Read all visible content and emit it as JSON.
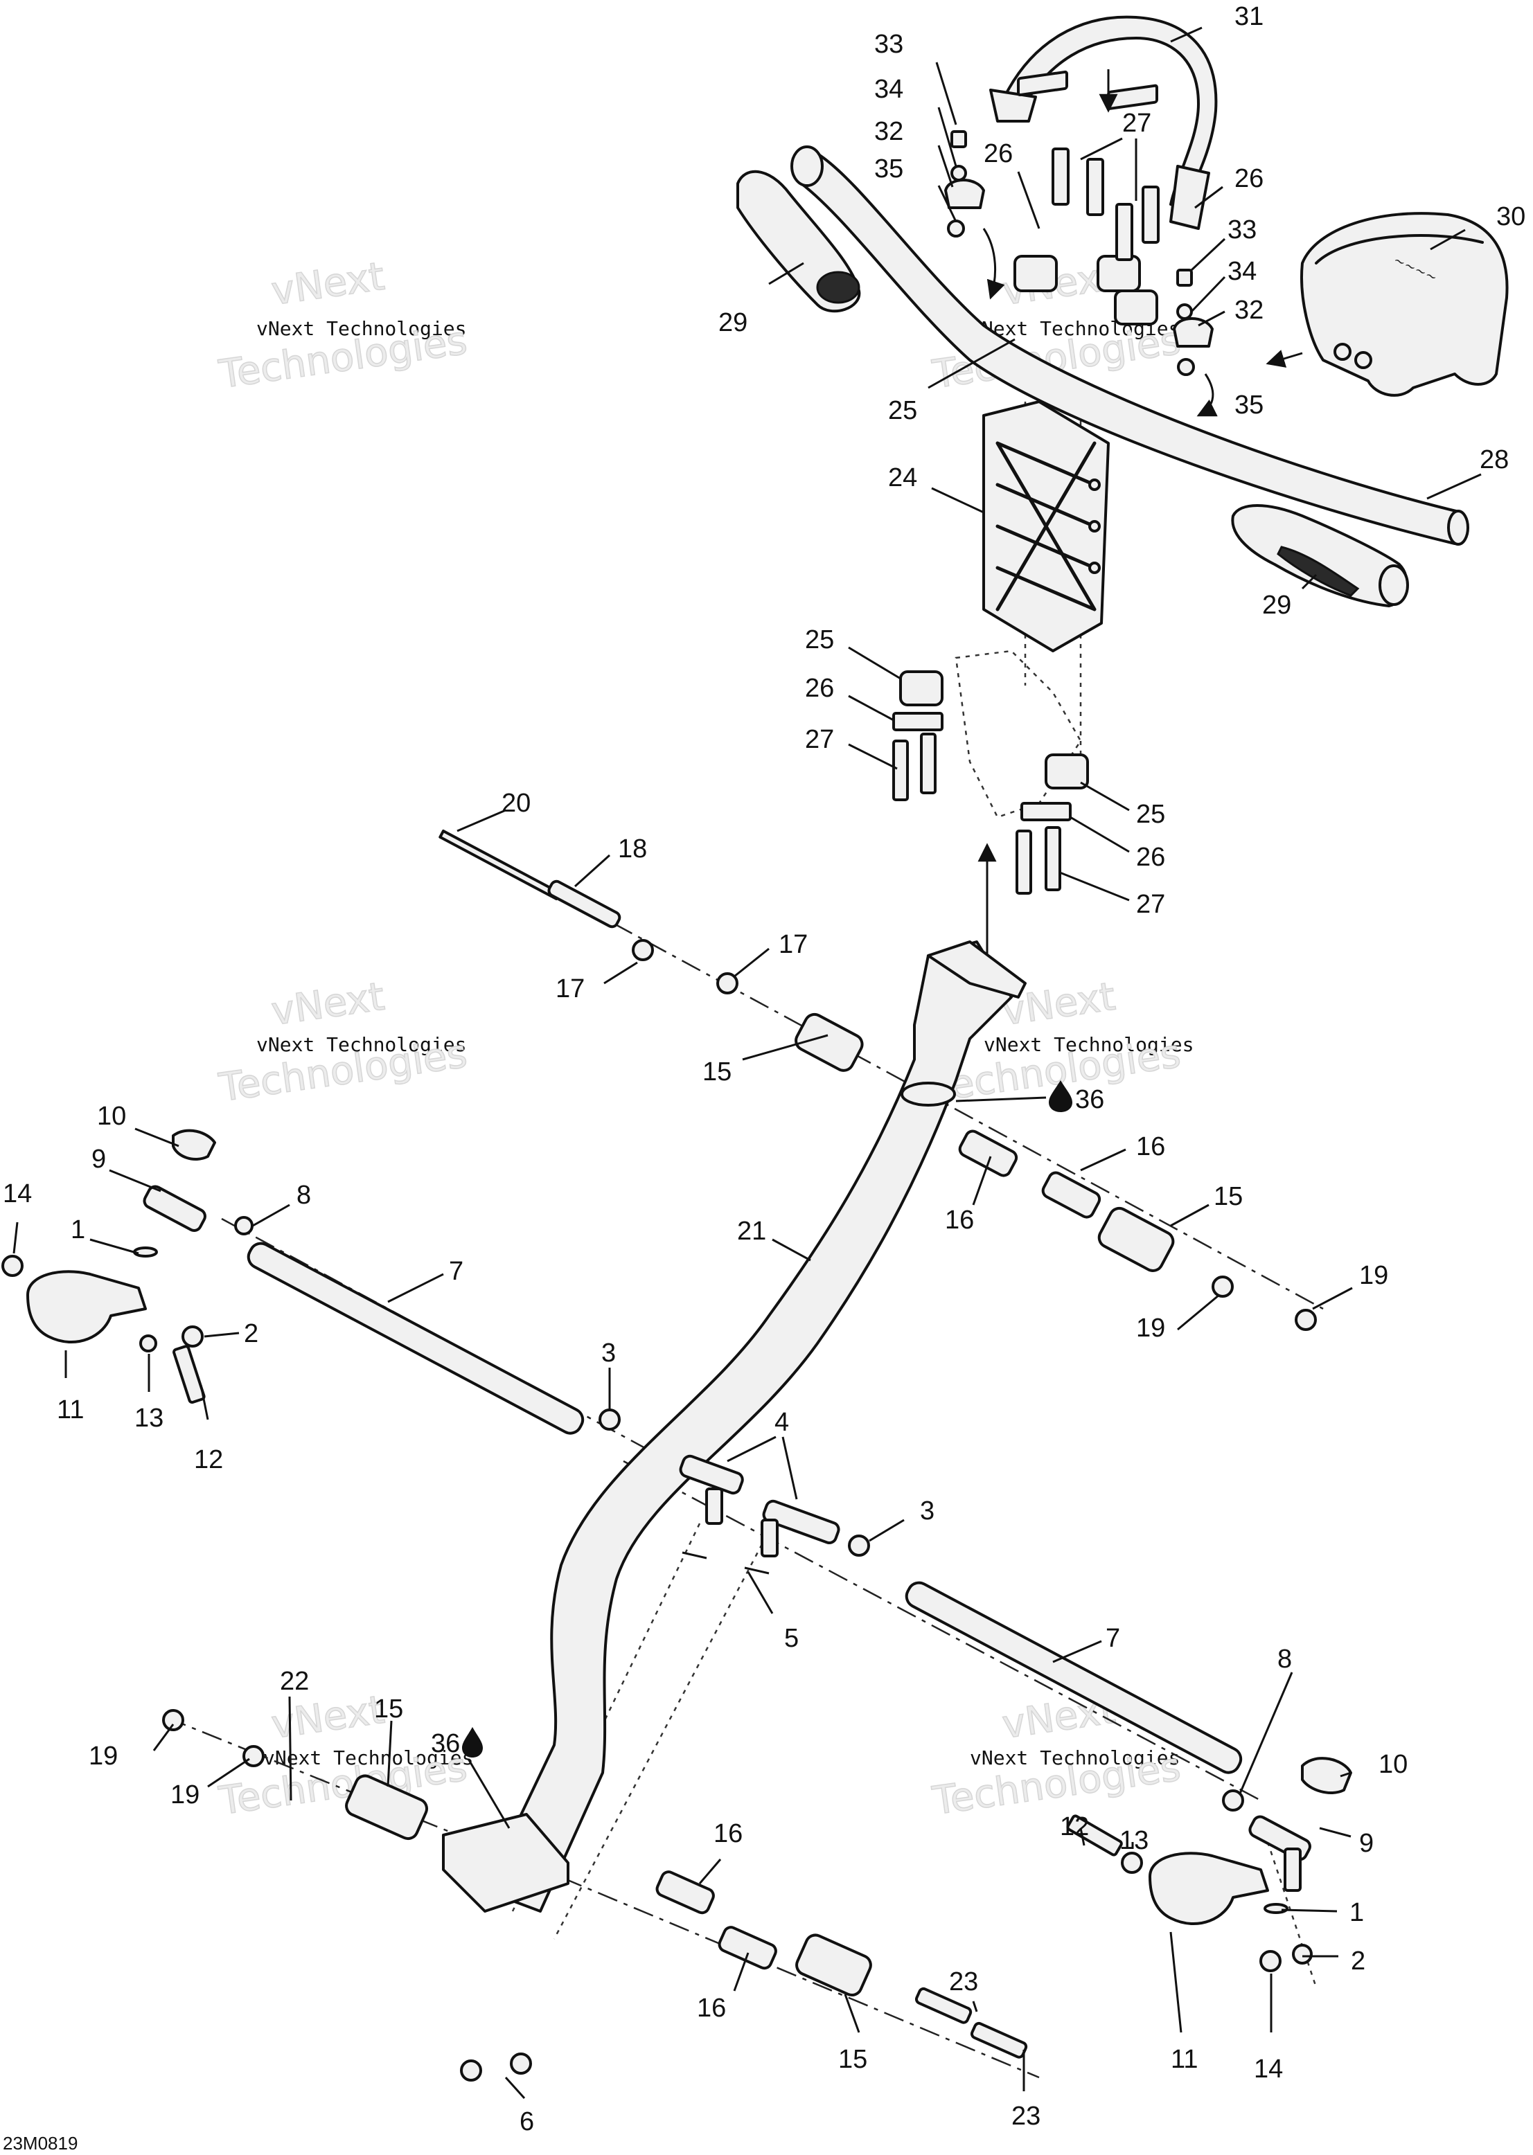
{
  "diagram": {
    "drawing_number": "23M0819",
    "watermarks": {
      "line1": "vNext Technologies",
      "line2": "Technologies",
      "brand": "vNext"
    },
    "callouts": [
      {
        "id": "c33a",
        "text": "33"
      },
      {
        "id": "c34a",
        "text": "34"
      },
      {
        "id": "c32a",
        "text": "32"
      },
      {
        "id": "c35a",
        "text": "35"
      },
      {
        "id": "c26a",
        "text": "26"
      },
      {
        "id": "c27a",
        "text": "27"
      },
      {
        "id": "c31",
        "text": "31"
      },
      {
        "id": "c26b",
        "text": "26"
      },
      {
        "id": "c33b",
        "text": "33"
      },
      {
        "id": "c34b",
        "text": "34"
      },
      {
        "id": "c32b",
        "text": "32"
      },
      {
        "id": "c35b",
        "text": "35"
      },
      {
        "id": "c30",
        "text": "30"
      },
      {
        "id": "c29a",
        "text": "29"
      },
      {
        "id": "c25a",
        "text": "25"
      },
      {
        "id": "c24",
        "text": "24"
      },
      {
        "id": "c28",
        "text": "28"
      },
      {
        "id": "c29b",
        "text": "29"
      },
      {
        "id": "c25b",
        "text": "25"
      },
      {
        "id": "c26c",
        "text": "26"
      },
      {
        "id": "c27b",
        "text": "27"
      },
      {
        "id": "c25c",
        "text": "25"
      },
      {
        "id": "c26d",
        "text": "26"
      },
      {
        "id": "c27c",
        "text": "27"
      },
      {
        "id": "c20",
        "text": "20"
      },
      {
        "id": "c18",
        "text": "18"
      },
      {
        "id": "c17a",
        "text": "17"
      },
      {
        "id": "c17b",
        "text": "17"
      },
      {
        "id": "c15a",
        "text": "15"
      },
      {
        "id": "c36a",
        "text": "36"
      },
      {
        "id": "c16a",
        "text": "16"
      },
      {
        "id": "c16b",
        "text": "16"
      },
      {
        "id": "c15b",
        "text": "15"
      },
      {
        "id": "c19a",
        "text": "19"
      },
      {
        "id": "c19b",
        "text": "19"
      },
      {
        "id": "c10a",
        "text": "10"
      },
      {
        "id": "c9a",
        "text": "9"
      },
      {
        "id": "c8a",
        "text": "8"
      },
      {
        "id": "c14a",
        "text": "14"
      },
      {
        "id": "c1a",
        "text": "1"
      },
      {
        "id": "c7a",
        "text": "7"
      },
      {
        "id": "c21",
        "text": "21"
      },
      {
        "id": "c2a",
        "text": "2"
      },
      {
        "id": "c11a",
        "text": "11"
      },
      {
        "id": "c13a",
        "text": "13"
      },
      {
        "id": "c12a",
        "text": "12"
      },
      {
        "id": "c3a",
        "text": "3"
      },
      {
        "id": "c4",
        "text": "4"
      },
      {
        "id": "c3b",
        "text": "3"
      },
      {
        "id": "c5",
        "text": "5"
      },
      {
        "id": "c7b",
        "text": "7"
      },
      {
        "id": "c22",
        "text": "22"
      },
      {
        "id": "c15c",
        "text": "15"
      },
      {
        "id": "c36b",
        "text": "36"
      },
      {
        "id": "c19c",
        "text": "19"
      },
      {
        "id": "c19d",
        "text": "19"
      },
      {
        "id": "c8b",
        "text": "8"
      },
      {
        "id": "c10b",
        "text": "10"
      },
      {
        "id": "c16c",
        "text": "16"
      },
      {
        "id": "c12b",
        "text": "12"
      },
      {
        "id": "c13b",
        "text": "13"
      },
      {
        "id": "c9b",
        "text": "9"
      },
      {
        "id": "c1b",
        "text": "1"
      },
      {
        "id": "c23a",
        "text": "23"
      },
      {
        "id": "c2b",
        "text": "2"
      },
      {
        "id": "c16d",
        "text": "16"
      },
      {
        "id": "c6",
        "text": "6"
      },
      {
        "id": "c15d",
        "text": "15"
      },
      {
        "id": "c11b",
        "text": "11"
      },
      {
        "id": "c14b",
        "text": "14"
      },
      {
        "id": "c23b",
        "text": "23"
      }
    ]
  }
}
